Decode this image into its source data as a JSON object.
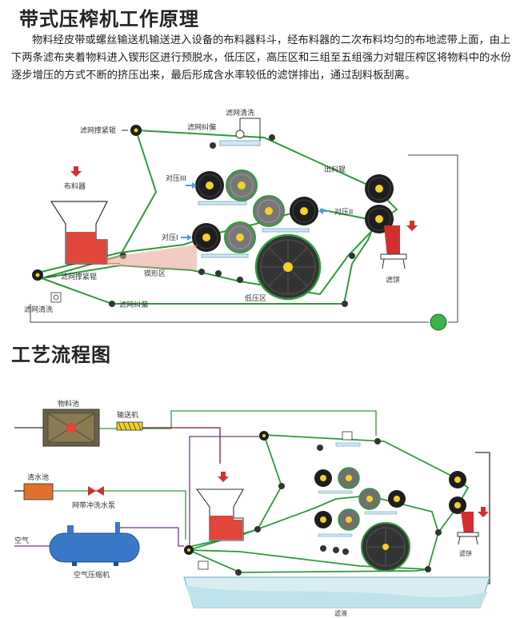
{
  "section1": {
    "title": "带式压榨机工作原理",
    "description": "物料经皮带或螺丝输送机输送进入设备的布料器料斗，经布料器的二次布料均匀的布地滤带上面，由上下两条滤布夹着物料进入锲形区进行预脱水，低压区，高压区和三组至五组强力对辊压榨区将物料中的水份逐步增压的方式不断的挤压出来，最后形成含水率较低的滤饼排出，通过刮料板刮离。"
  },
  "diagram1": {
    "labels": {
      "wash_top": "滤网清洗",
      "tension_top": "滤网撑紧辊",
      "correction_top": "滤网纠偏",
      "outlet_roller": "出料辊",
      "press3": "对压III",
      "press2": "对压II",
      "press1": "对压I",
      "feeder": "布料器",
      "tension_bottom": "滤网撑紧辊",
      "wedge_zone": "锲形区",
      "low_pressure": "低压区",
      "wash_bottom": "滤网清洗",
      "correction_bottom": "滤网纠偏",
      "cake": "滤饼"
    },
    "colors": {
      "belt": "#2f9a3c",
      "sludge": "#e0463a",
      "roller": "#222222",
      "accent": "#d32f2f",
      "hub": "#f2d22a"
    }
  },
  "section2": {
    "title": "工艺流程图"
  },
  "diagram2": {
    "labels": {
      "material_tank": "物料池",
      "conveyor": "输送机",
      "clear_tank": "清水池",
      "wash_pump": "网带冲洗水泵",
      "air": "空气",
      "compressor": "空气压缩机",
      "cake": "滤饼",
      "filtrate": "滤液"
    }
  }
}
